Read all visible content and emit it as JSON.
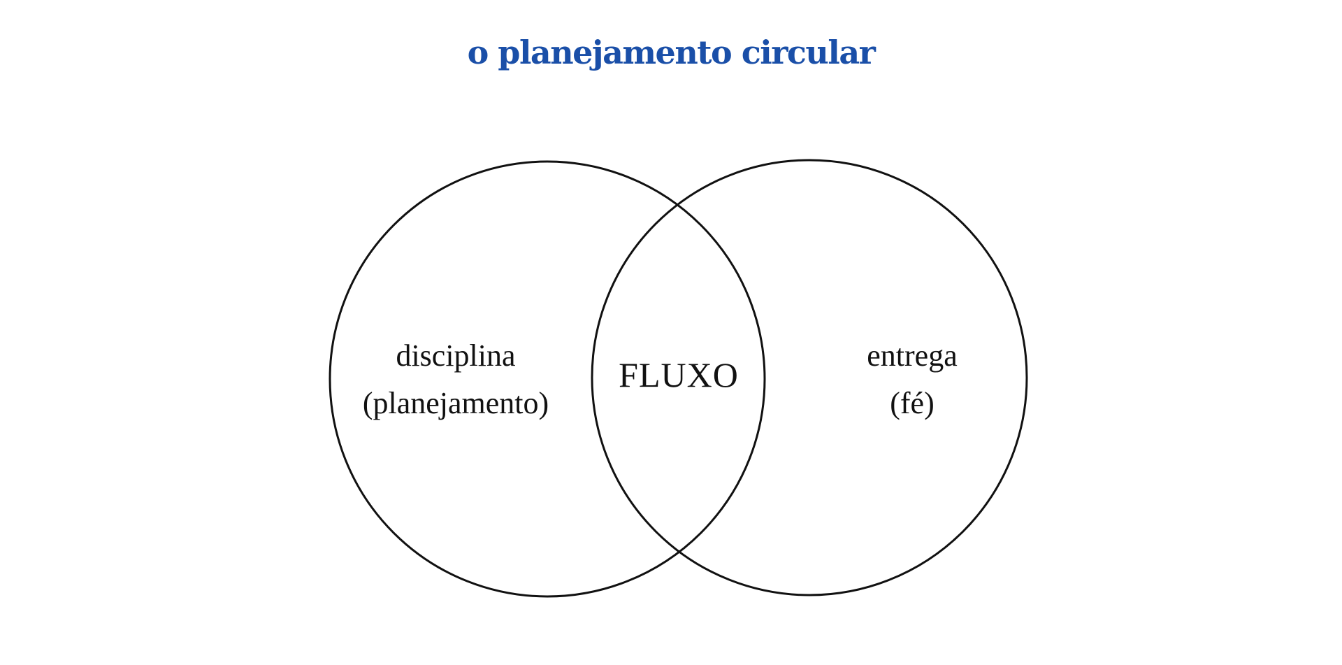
{
  "title": "o planejamento circular",
  "colors": {
    "title": "#1a4fa8",
    "stroke": "#111111",
    "text": "#111111"
  },
  "venn": {
    "left": {
      "line1": "disciplina",
      "line2": "(planejamento)"
    },
    "right": {
      "line1": "entrega",
      "line2": "(fé)"
    },
    "intersection": "FLUXO"
  }
}
